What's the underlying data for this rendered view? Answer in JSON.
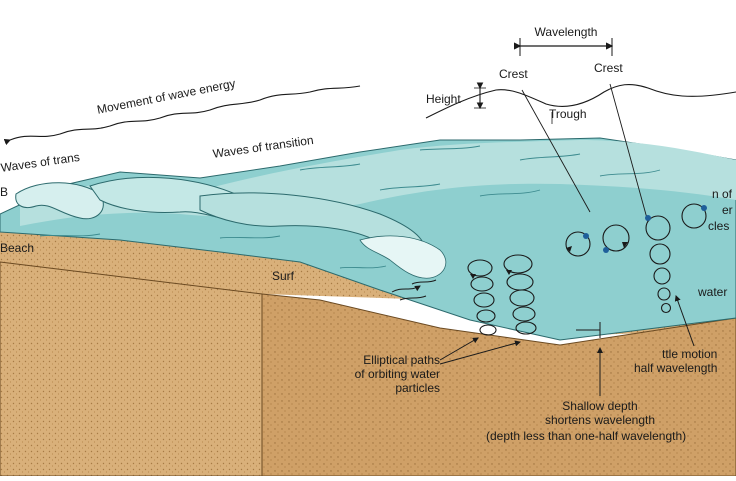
{
  "colors": {
    "water": "#8ecfcf",
    "water_dark": "#4fa7ab",
    "water_light": "#c4e8e6",
    "sand": "#d9b07a",
    "sand_side": "#c9975a",
    "ink": "#1a1a1a",
    "particle_dot": "#1f5f9a"
  },
  "labels": {
    "wavelength": "Wavelength",
    "crest_left": "Crest",
    "crest_right": "Crest",
    "height": "Height",
    "trough": "Trough",
    "movement": "Movement of wave energy",
    "waves_transition": "Waves of transition",
    "waves_trans_cut": "Waves of trans",
    "breakers_cut": "B",
    "beach": "Beach",
    "surf": "Surf",
    "elliptical_1": "Elliptical paths",
    "elliptical_2": "of orbiting water",
    "elliptical_3": "particles",
    "shallow_1": "Shallow depth",
    "shallow_2": "shortens wavelength",
    "shallow_3": "(depth less than one-half wavelength)",
    "little_motion_1": "ttle motion",
    "little_motion_2": "half wavelength",
    "orbit_cut_1": "n of",
    "orbit_cut_2": "er",
    "orbit_cut_3": "cles",
    "water_cut": "water"
  },
  "icons": {
    "height_marker": "double-arrow-icon",
    "wavelength_marker": "double-arrow-icon",
    "particle_orbit": "circular-arrow-icon"
  }
}
